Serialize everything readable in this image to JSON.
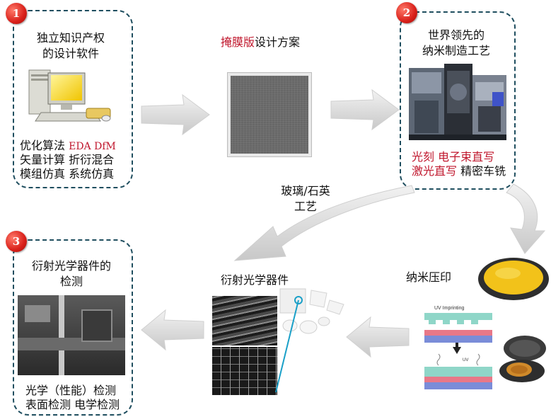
{
  "step1": {
    "badge": "1",
    "title_line1": "独立知识产权",
    "title_line2": "的设计软件",
    "row1_text": "优化算法",
    "row1_red": "EDA DfM",
    "row2": "矢量计算 折衍混合",
    "row3": "模组仿真 系统仿真"
  },
  "mask": {
    "title_red": "掩膜版",
    "title_rest": "设计方案"
  },
  "step2": {
    "badge": "2",
    "title_line1": "世界领先的",
    "title_line2": "纳米制造工艺",
    "row1": "光刻 电子束直写",
    "row2_red": "激光直写",
    "row2_rest": "精密车铣"
  },
  "glass": {
    "line1": "玻璃/石英",
    "line2": "工艺"
  },
  "nanoimprint": {
    "label": "纳米压印",
    "uv_title": "UV Imprinting",
    "uv_label": "UV"
  },
  "component": {
    "label": "衍射光学器件"
  },
  "step3": {
    "badge": "3",
    "title_line1": "衍射光学器件的",
    "title_line2": "检测",
    "row1": "光学（性能）检测",
    "row2": "表面检测 电学检测"
  },
  "colors": {
    "dashed_border": "#1f4e5f",
    "accent_red": "#c0172d",
    "arrow_gray": "#d6d6d6",
    "wafer_yellow": "#f2c21a"
  }
}
